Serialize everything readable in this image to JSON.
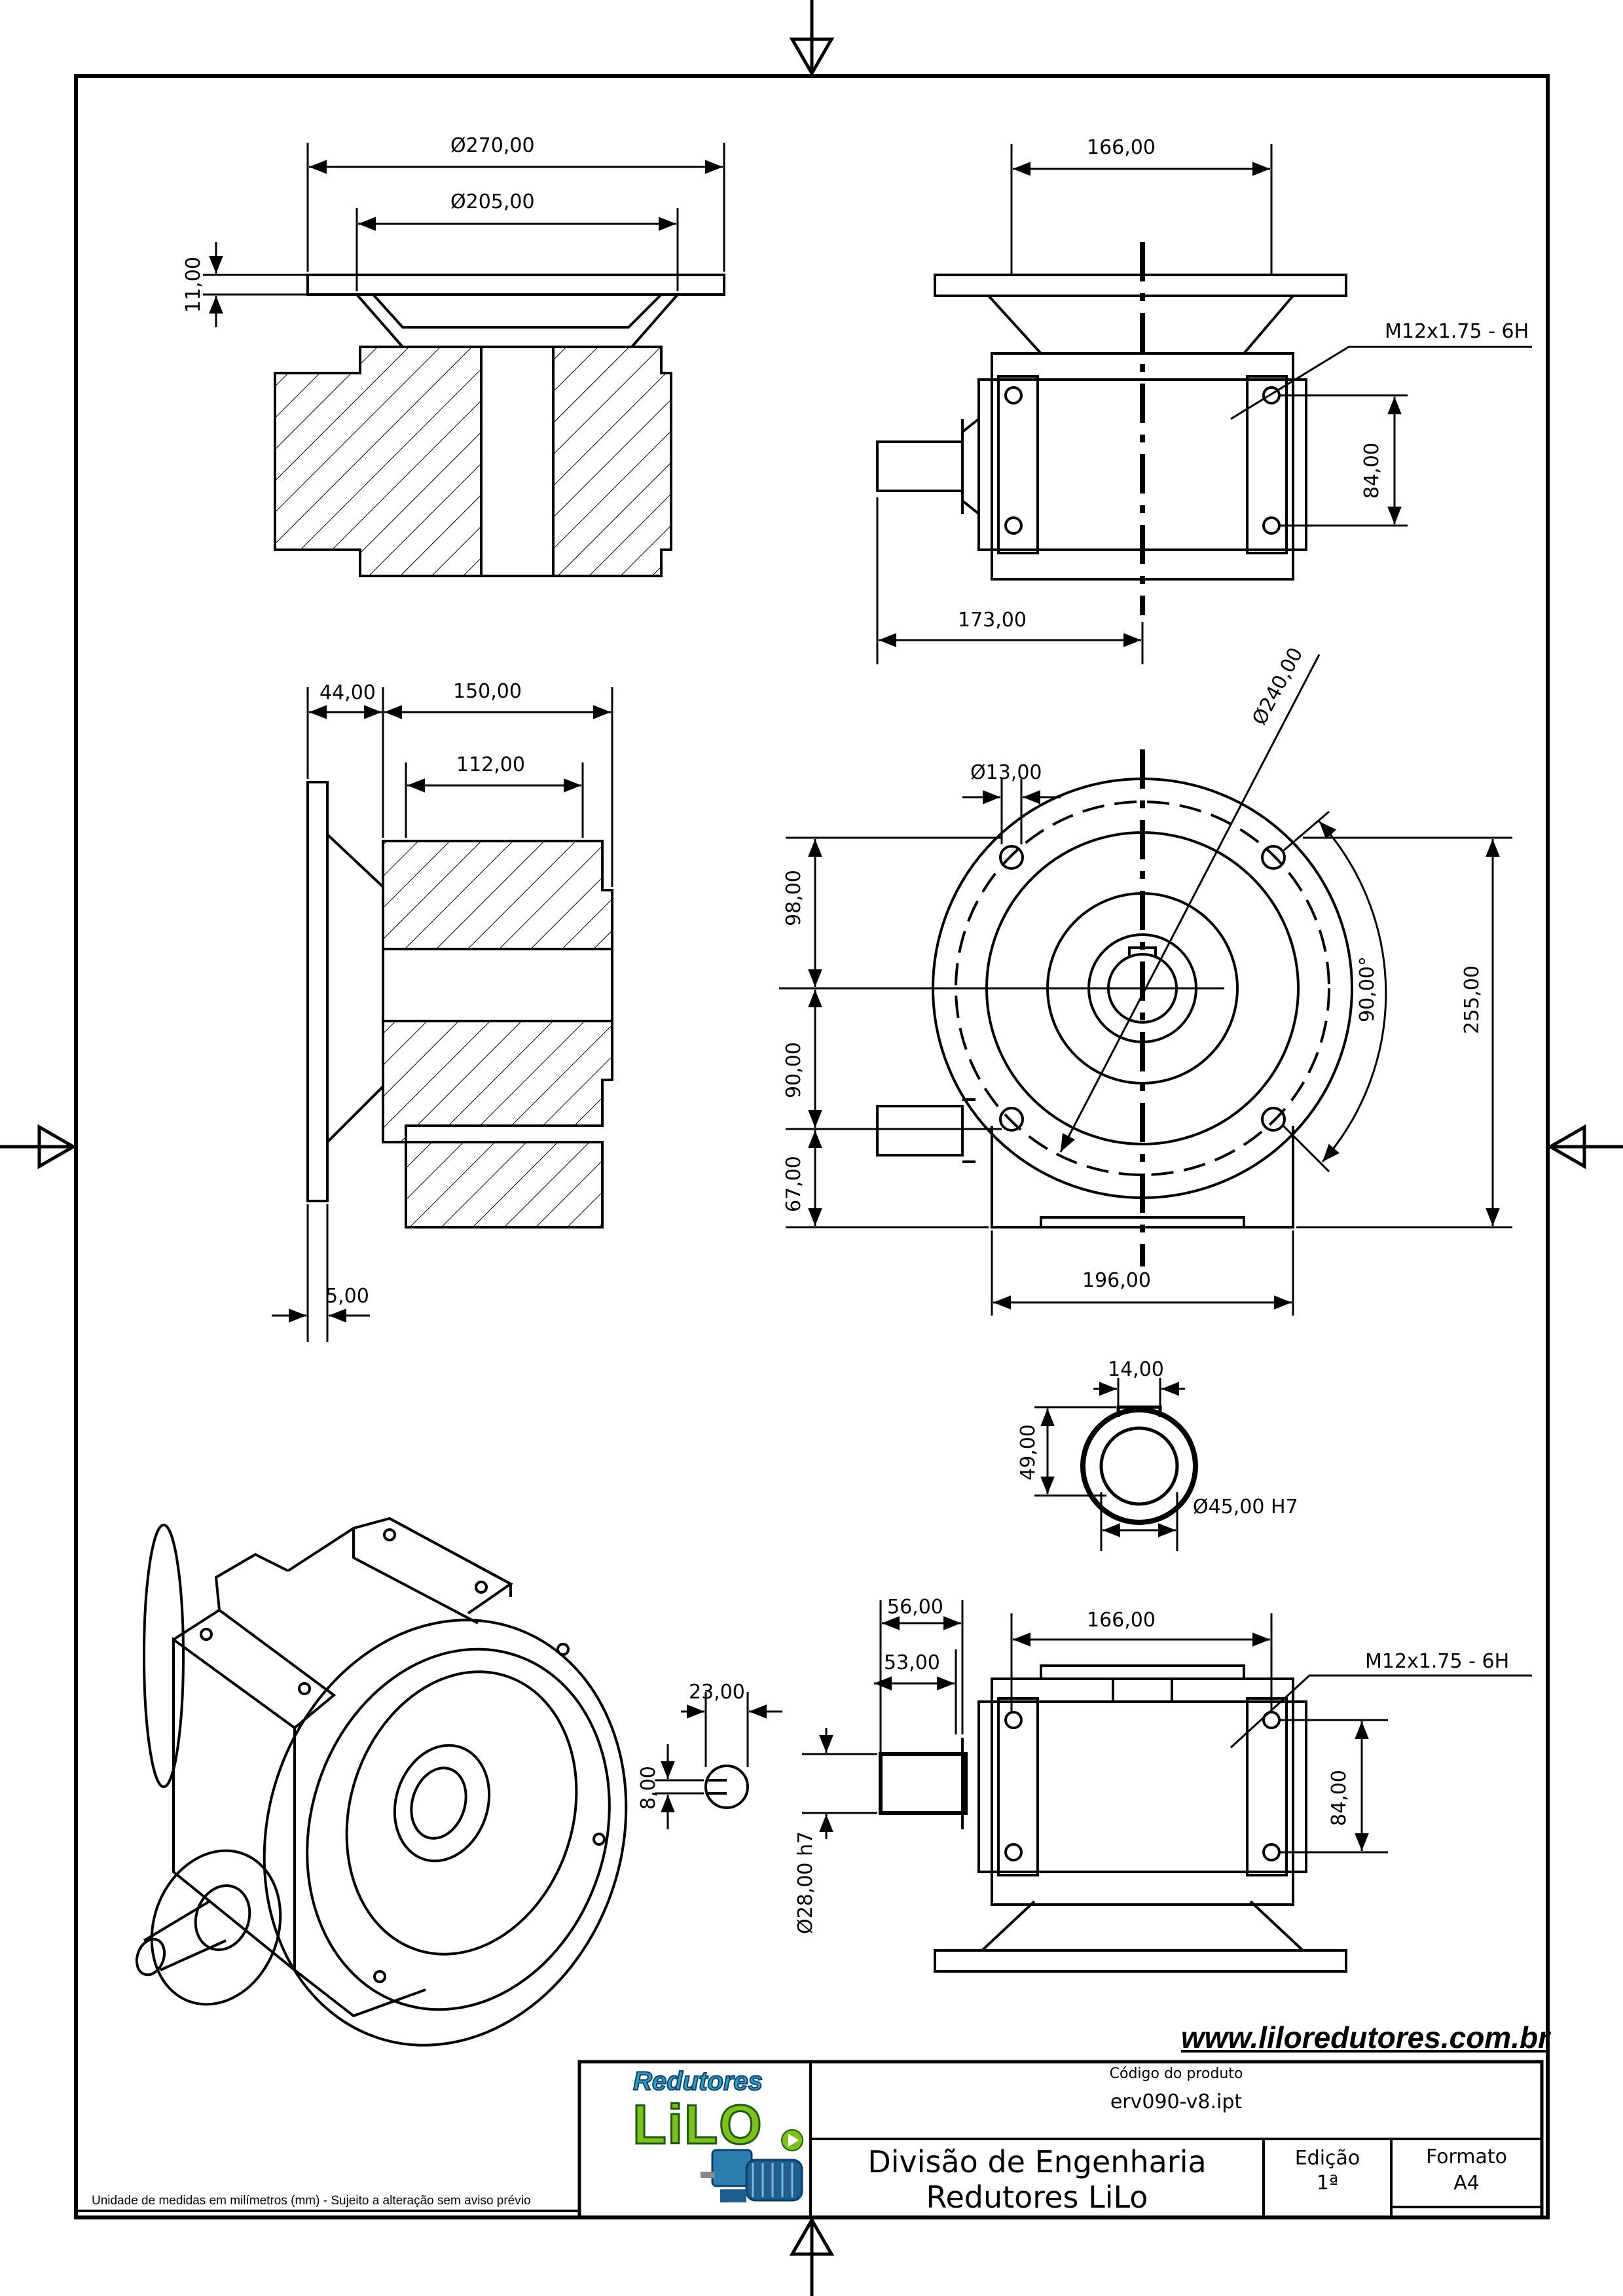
{
  "drawing": {
    "dims": {
      "d270": "Ø270,00",
      "d205": "Ø205,00",
      "w11": "11,00",
      "w166_top": "166,00",
      "thread_top": "M12x1.75 - 6H",
      "h84_top": "84,00",
      "w173": "173,00",
      "w44": "44,00",
      "w150": "150,00",
      "w112": "112,00",
      "w5": "5,00",
      "d240": "Ø240,00",
      "d13": "Ø13,00",
      "h98": "98,00",
      "h90": "90,00",
      "h67": "67,00",
      "ang90": "90,00°",
      "h255": "255,00",
      "w196": "196,00",
      "w14": "14,00",
      "h49": "49,00",
      "d45": "Ø45,00 H7",
      "w56": "56,00",
      "w53": "53,00",
      "w166_bot": "166,00",
      "thread_bot": "M12x1.75 - 6H",
      "w23": "23,00",
      "h8": "8,00",
      "d28": "Ø28,00 h7",
      "h84_bot": "84,00"
    }
  },
  "website": "www.liloredutores.com.br",
  "note": "Unidade de medidas em milímetros (mm) - Sujeito a alteração sem aviso prévio",
  "logo": {
    "word1": "Redutores",
    "word2": "LiLO"
  },
  "title_block": {
    "code_label": "Código do produto",
    "code_value": "erv090-v8.ipt",
    "division_line1": "Divisão de Engenharia",
    "division_line2": "Redutores LiLo",
    "edition_label": "Edição",
    "edition_value": "1ª",
    "format_label": "Formato",
    "format_value": "A4"
  },
  "colors": {
    "ink": "#000000",
    "logo_blue": "#2aa3c9",
    "logo_green": "#7cc21a",
    "motor_blue": "#1f5f8f"
  },
  "icons": {
    "centering_marks": "triangle-arrow-icon",
    "motor": "motor-icon",
    "play": "play-icon"
  }
}
